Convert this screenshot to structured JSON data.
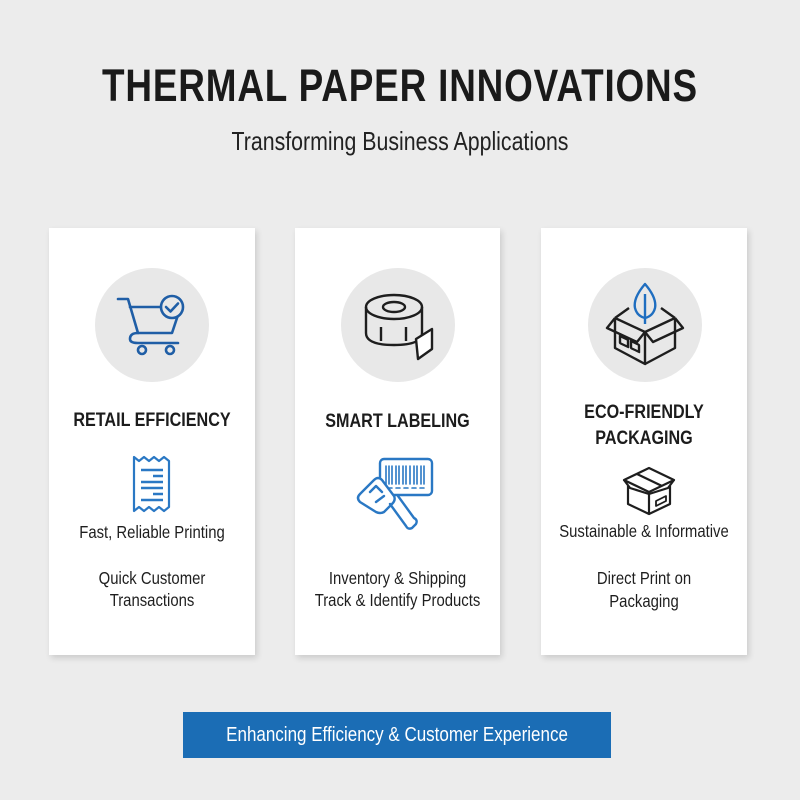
{
  "header": {
    "title": "THERMAL PAPER INNOVATIONS",
    "subtitle": "Transforming Business Applications"
  },
  "cards": [
    {
      "title": "RETAIL EFFICIENCY",
      "main_icon": "shopping-cart-check-icon",
      "sub_icon": "receipt-icon",
      "feature": "Fast, Reliable Printing",
      "detail_line1": "Quick Customer",
      "detail_line2": "Transactions"
    },
    {
      "title": "SMART LABELING",
      "main_icon": "label-roll-icon",
      "sub_icon": "barcode-scanner-icon",
      "feature": "",
      "detail_line1": "Inventory & Shipping",
      "detail_line2": "Track & Identify Products"
    },
    {
      "title_line1": "ECO-FRIENDLY",
      "title_line2": "PACKAGING",
      "main_icon": "eco-box-leaf-icon",
      "sub_icon": "shipping-box-icon",
      "feature": "Sustainable & Informative",
      "detail_line1": "Direct Print on",
      "detail_line2": "Packaging"
    }
  ],
  "banner": {
    "label": "Enhancing Efficiency & Customer Experience"
  },
  "colors": {
    "background": "#ececec",
    "card": "#ffffff",
    "icon_circle": "#e8e8e8",
    "accent_blue": "#1b6db5",
    "icon_blue": "#2a78c4",
    "text_dark": "#1c1c1c"
  }
}
